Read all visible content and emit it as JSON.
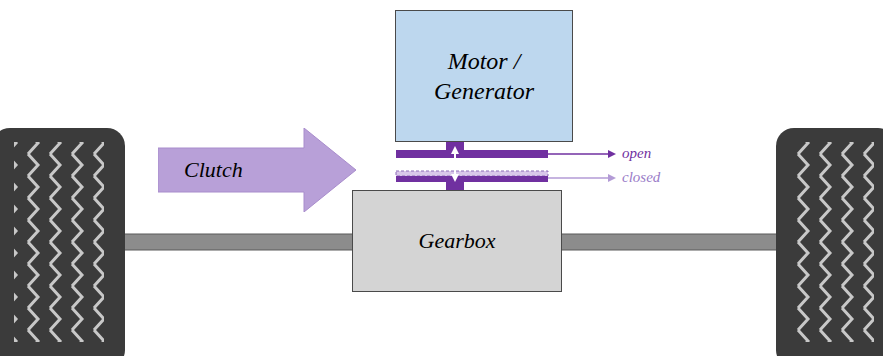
{
  "diagram": {
    "nodes": [
      {
        "text": [
          "Motor / Generator"
        ]
      },
      {
        "text": [
          "Clutch"
        ]
      },
      {
        "text": [
          "Gearbox"
        ]
      }
    ],
    "labels": [
      "open",
      "closed"
    ]
  }
}
